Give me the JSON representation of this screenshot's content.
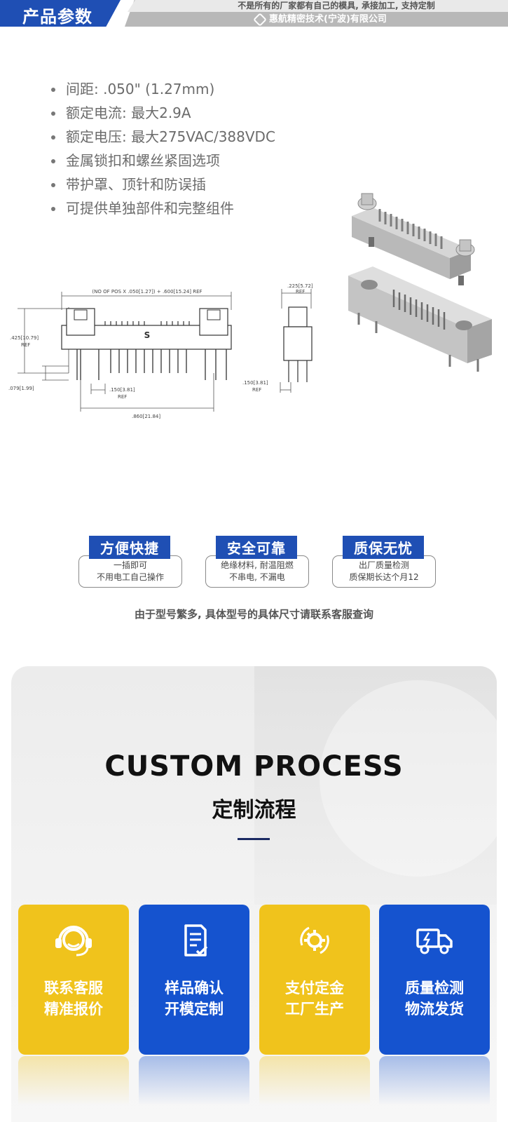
{
  "header": {
    "title": "产品参数",
    "slogan": "不是所有的厂家都有自己的模具, 承接加工, 支持定制",
    "company": "惠航精密技术(宁波)有限公司"
  },
  "specs": [
    {
      "text": "间距: .050\" (1.27mm)"
    },
    {
      "text": "额定电流: 最大2.9A"
    },
    {
      "text": "额定电压: 最大275VAC/388VDC"
    },
    {
      "text": "金属锁扣和螺丝紧固选项"
    },
    {
      "text": "带护罩、顶针和防误插"
    },
    {
      "text": "可提供单独部件和完整组件"
    }
  ],
  "drawing": {
    "top_dim": "(NO OF POS X .050[1.27]) + .600[15.24] REF",
    "height_dim": ".425[10.79]",
    "height_ref": "REF",
    "tail_dim": ".079[1.99]",
    "pitch_dim": ".150[3.81]",
    "pitch_ref": "REF",
    "width_dim": ".860[21.84]",
    "side_top_dim": ".225[5.72]",
    "side_top_ref": "REF",
    "side_bottom_dim": ".150[3.81]",
    "side_bottom_ref": "REF",
    "brand_mark": "S"
  },
  "features": [
    {
      "title": "方便快捷",
      "line1": "一插即可",
      "line2": "不用电工自己操作"
    },
    {
      "title": "安全可靠",
      "line1": "绝缘材料, 耐温阻燃",
      "line2": "不串电, 不漏电"
    },
    {
      "title": "质保无忧",
      "line1": "出厂质量检测",
      "line2": "质保期长达个月12"
    }
  ],
  "note": "由于型号繁多, 具体型号的具体尺寸请联系客服查询",
  "process": {
    "title": "CUSTOM PROCESS",
    "subtitle": "定制流程",
    "steps": [
      {
        "line1": "联系客服",
        "line2": "精准报价",
        "icon": "headset-icon",
        "color": "#f0c31c"
      },
      {
        "line1": "样品确认",
        "line2": "开模定制",
        "icon": "document-check-icon",
        "color": "#1553cf"
      },
      {
        "line1": "支付定金",
        "line2": "工厂生产",
        "icon": "gear-cycle-icon",
        "color": "#f0c31c"
      },
      {
        "line1": "质量检测",
        "line2": "物流发货",
        "icon": "delivery-truck-icon",
        "color": "#1553cf"
      }
    ]
  }
}
